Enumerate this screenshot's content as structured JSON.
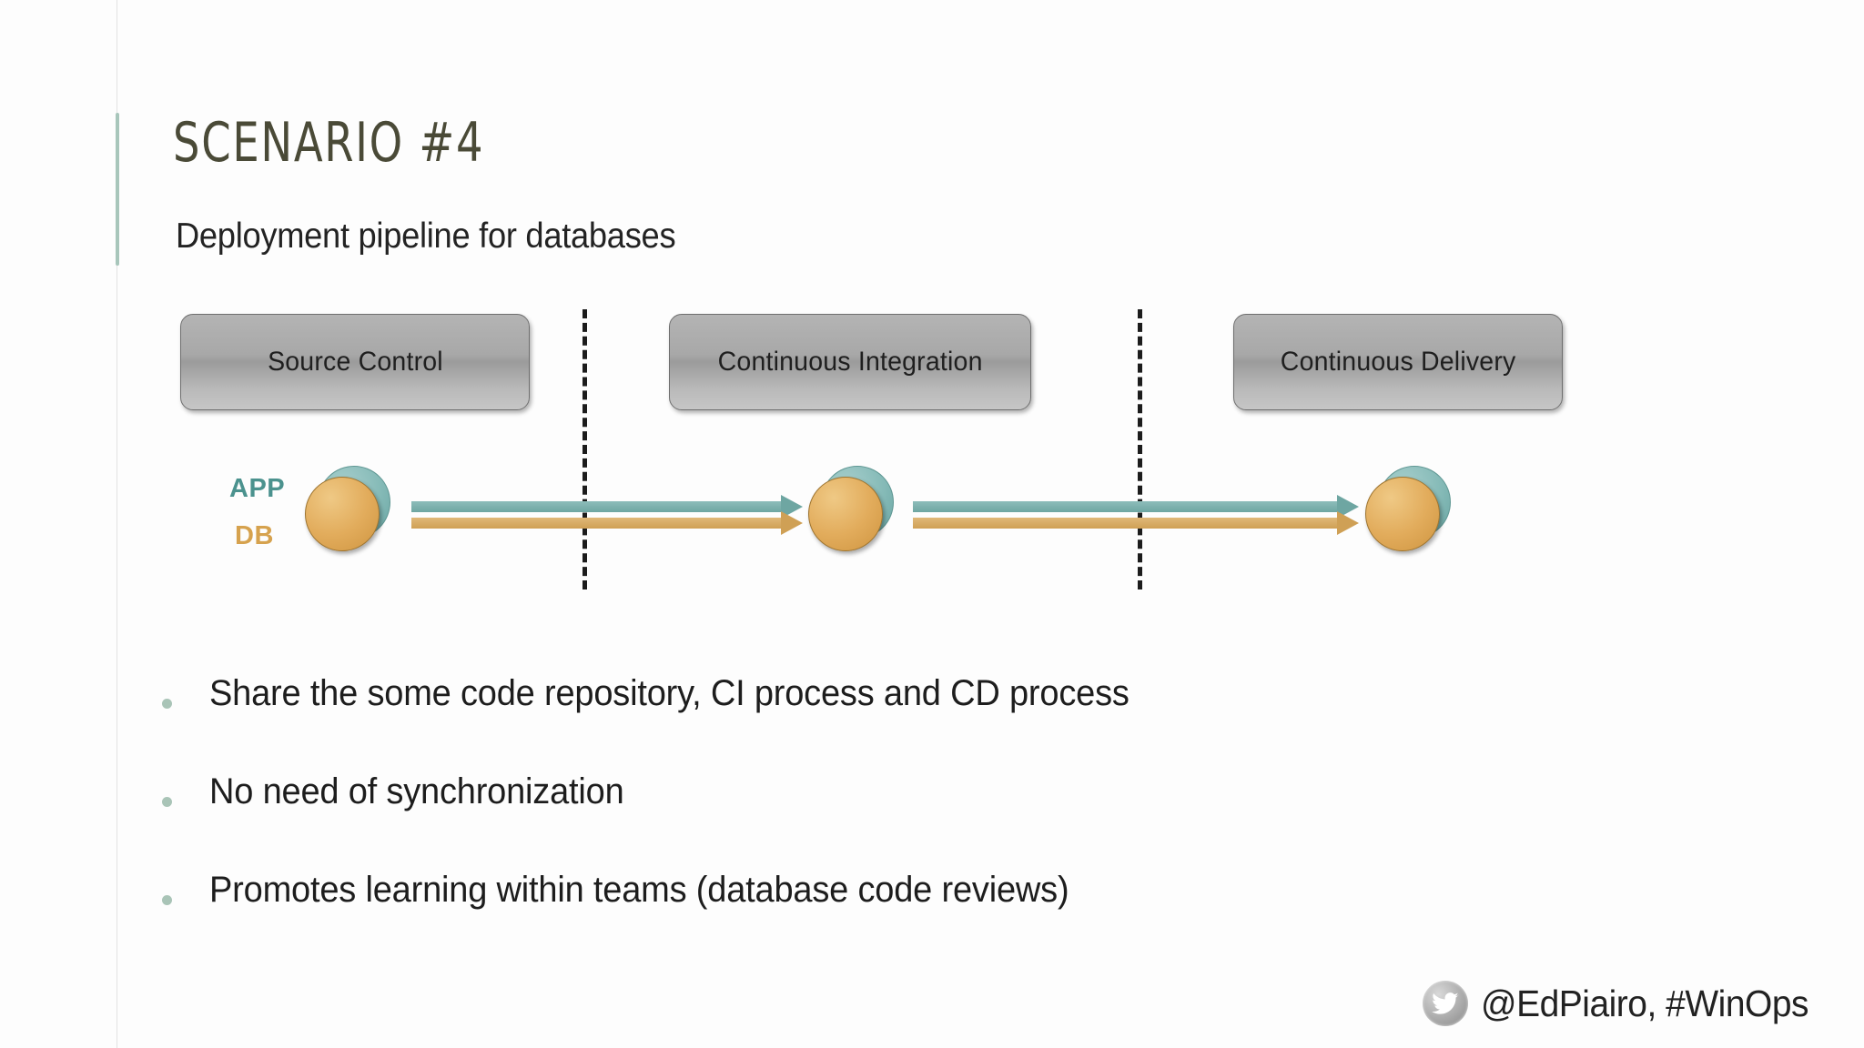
{
  "slide": {
    "title": "SCENARIO #4",
    "subtitle": "Deployment pipeline for databases",
    "accent_color": "#a8c6bb",
    "title_color": "#4a4a37",
    "background": "#fdfdfd"
  },
  "diagram": {
    "stages": [
      {
        "label": "Source Control"
      },
      {
        "label": "Continuous Integration"
      },
      {
        "label": "Continuous Delivery"
      }
    ],
    "lanes": [
      {
        "label": "APP",
        "color": "#4b928e"
      },
      {
        "label": "DB",
        "color": "#d6a24e"
      }
    ],
    "separators": 2,
    "nodes": 3,
    "flows": [
      {
        "lane": "APP",
        "from": "Source Control",
        "to": "Continuous Integration"
      },
      {
        "lane": "DB",
        "from": "Source Control",
        "to": "Continuous Integration"
      },
      {
        "lane": "APP",
        "from": "Continuous Integration",
        "to": "Continuous Delivery"
      },
      {
        "lane": "DB",
        "from": "Continuous Integration",
        "to": "Continuous Delivery"
      }
    ]
  },
  "bullets": [
    {
      "text": "Share the some code repository, CI process and CD process"
    },
    {
      "text": "No need of synchronization"
    },
    {
      "text": "Promotes learning within teams (database code reviews)"
    }
  ],
  "footer": {
    "icon": "twitter-bird-icon",
    "handle": "@EdPiairo, #WinOps"
  }
}
